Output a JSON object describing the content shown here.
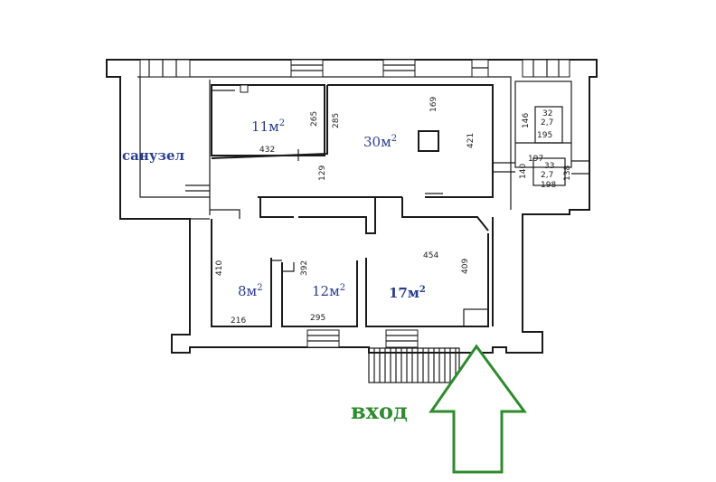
{
  "rooms": {
    "wc": "санузел",
    "r11": "11м",
    "r30": "30м",
    "r8": "8м",
    "r12": "12м",
    "r17": "17м",
    "sq": "2"
  },
  "dimensions": {
    "d265": "265",
    "d285": "285",
    "d432": "432",
    "d129": "129",
    "d169": "169",
    "d421": "421",
    "d146": "146",
    "d32": "32",
    "d27a": "2,7",
    "d195": "195",
    "d197": "197",
    "d140": "140",
    "d33": "33",
    "d27b": "2,7",
    "d198": "198",
    "d138": "138",
    "d410": "410",
    "d216": "216",
    "d392": "392",
    "d295": "295",
    "d454": "454",
    "d409": "409"
  },
  "entrance": {
    "label": "вход",
    "color": "#2e8b2e"
  },
  "colors": {
    "room_label": "#2b3e8c",
    "walls": "#1a1a1a"
  }
}
